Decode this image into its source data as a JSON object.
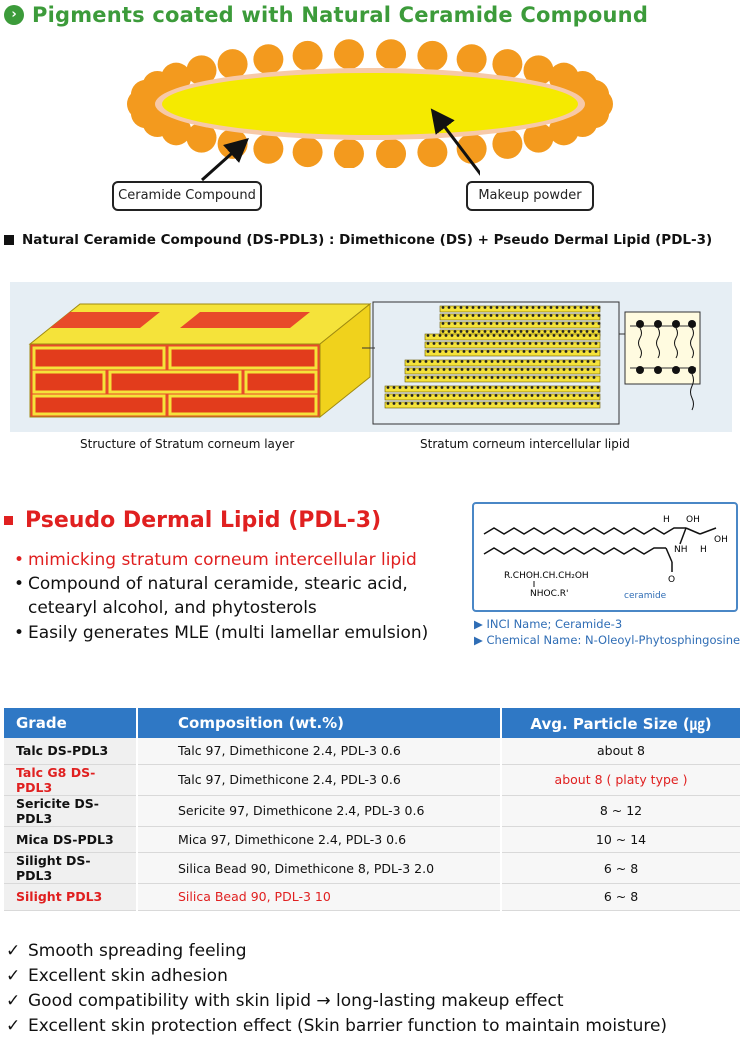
{
  "header": {
    "title": "Pigments coated with Natural Ceramide Compound",
    "icon": "chevron-right-icon"
  },
  "diagram1": {
    "label_left": "Ceramide Compound",
    "label_right": "Makeup powder"
  },
  "formula": {
    "text": "Natural Ceramide Compound (DS-PDL3) :  Dimethicone (DS) + Pseudo Dermal Lipid (PDL-3)"
  },
  "diagram2": {
    "caption_left": "Structure of  Stratum corneum layer",
    "caption_right": "Stratum corneum intercellular lipid"
  },
  "pdl": {
    "title": "Pseudo Dermal Lipid  (PDL-3)",
    "bullets": [
      "mimicking  stratum corneum intercellular lipid",
      "Compound of natural ceramide,  stearic acid,",
      "cetearyl alcohol,  and phytosterols",
      "Easily generates MLE (multi lamellar emulsion)"
    ],
    "chem": {
      "formula_top": "R.CHOH.CH.CH₂OH",
      "formula_bottom": "NHOC.R'",
      "label": "ceramide",
      "h1": "H",
      "oh1": "OH",
      "oh2": "OH",
      "nh": "NH",
      "h2": "H",
      "o": "O"
    },
    "inci": "▶  INCI Name; Ceramide-3",
    "chemical_name": "▶  Chemical Name: N-Oleoyl-Phytosphingosine"
  },
  "table": {
    "headers": [
      "Grade",
      "Composition (wt.%)",
      "Avg. Particle Size  (㎍)"
    ],
    "rows": [
      [
        "Talc DS-PDL3",
        "Talc 97, Dimethicone 2.4, PDL-3  0.6",
        "about  8"
      ],
      [
        "Talc G8 DS-PDL3",
        "Talc 97, Dimethicone 2.4, PDL-3  0.6",
        "about  8  ( platy type )"
      ],
      [
        "Sericite DS-PDL3",
        "Sericite 97, Dimethicone 2.4, PDL-3  0.6",
        "8 ~ 12"
      ],
      [
        "Mica DS-PDL3",
        "Mica 97, Dimethicone 2.4, PDL-3  0.6",
        "10 ~ 14"
      ],
      [
        "Silight  DS-PDL3",
        "Silica Bead 90, Dimethicone 8,  PDL-3  2.0",
        "6 ~ 8"
      ],
      [
        "Silight  PDL3",
        "Silica  Bead  90,  PDL-3  10",
        "6 ~ 8"
      ]
    ]
  },
  "checks": [
    "Smooth  spreading  feeling",
    "Excellent skin adhesion",
    "Good compatibility with skin lipid → long-lasting makeup effect",
    "Excellent skin protection effect (Skin barrier function to maintain moisture)"
  ],
  "colors": {
    "green": "#3c9b3a",
    "red": "#e02020",
    "blue": "#2f78c5",
    "orange": "#f39a1e",
    "yellow": "#f5ea00"
  }
}
